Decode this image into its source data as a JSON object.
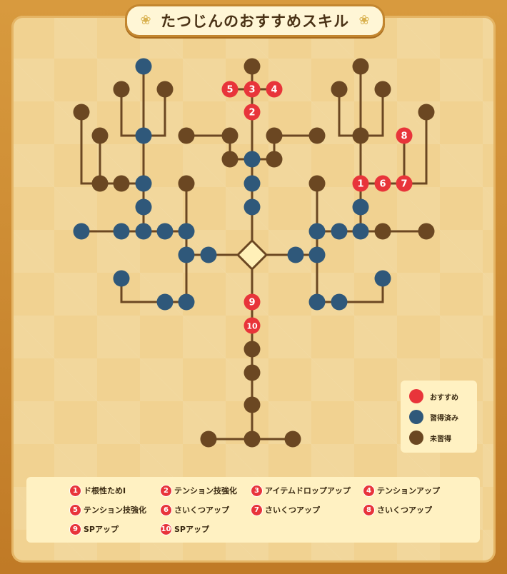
{
  "title": "たつじんのおすすめスキル",
  "colors": {
    "recommended": "#e8343a",
    "learned": "#2f587a",
    "unlearned": "#6b4722",
    "line": "#6b4722",
    "center": "#fff0b8"
  },
  "legend": [
    {
      "key": "recommended",
      "label": "おすすめ"
    },
    {
      "key": "learned",
      "label": "習得済み"
    },
    {
      "key": "unlearned",
      "label": "未習得"
    }
  ],
  "recommendations": [
    {
      "num": "1",
      "label": "ド根性ためI"
    },
    {
      "num": "2",
      "label": "テンション技強化"
    },
    {
      "num": "3",
      "label": "アイテムドロップアップ"
    },
    {
      "num": "4",
      "label": "テンションアップ"
    },
    {
      "num": "5",
      "label": "テンション技強化"
    },
    {
      "num": "6",
      "label": "さいくつアップ"
    },
    {
      "num": "7",
      "label": "さいくつアップ"
    },
    {
      "num": "8",
      "label": "さいくつアップ"
    },
    {
      "num": "9",
      "label": "SPアップ"
    },
    {
      "num": "10",
      "label": "SPアップ"
    }
  ],
  "node_labels": [
    "1",
    "2",
    "3",
    "4",
    "5",
    "6",
    "7",
    "8",
    "9",
    "10"
  ]
}
